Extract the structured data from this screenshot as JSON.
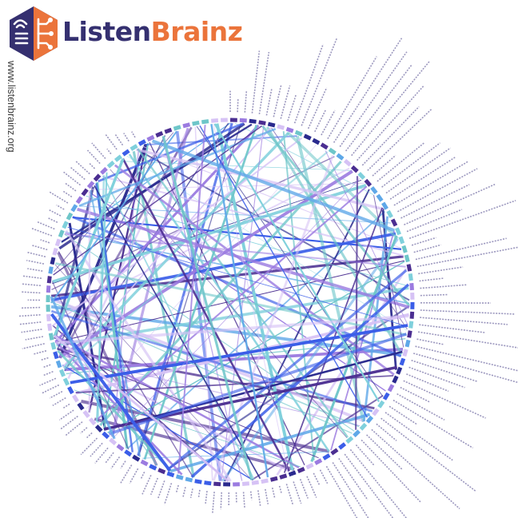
{
  "brand": {
    "name_part1": "Listen",
    "name_part2": "Brainz",
    "color_part1": "#353070",
    "color_part2": "#eb743b",
    "hex_color": "#353070",
    "hex_accent": "#eb743b",
    "logo_icon": "hexagon-brain-speaker-icon"
  },
  "site_url": "www.listenbrainz.org",
  "diagram": {
    "type": "chord-diagram",
    "palette": [
      "#4b2e91",
      "#3b5ee8",
      "#5fa8e8",
      "#7fd0dc",
      "#9b7be0",
      "#d6c2f5",
      "#6ec6c9",
      "#2a2a8e"
    ]
  }
}
